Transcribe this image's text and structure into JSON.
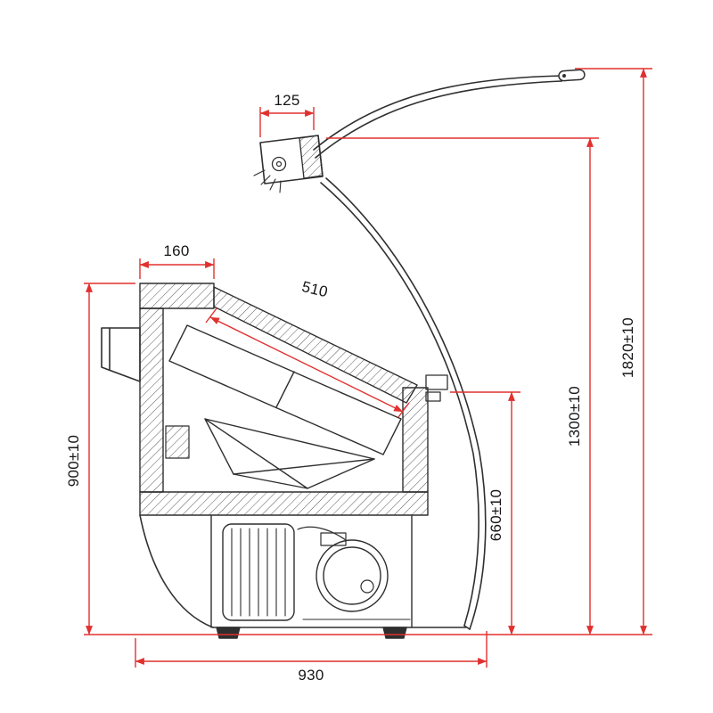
{
  "drawing": {
    "colors": {
      "dimension_lines": "#e0312f",
      "line_art": "#2f2f2f",
      "background": "#ffffff"
    },
    "dimensions": {
      "d125": {
        "label": "125"
      },
      "d160": {
        "label": "160"
      },
      "d510": {
        "label": "510"
      },
      "d900": {
        "label": "900±10"
      },
      "d660": {
        "label": "660±10"
      },
      "d1300": {
        "label": "1300±10"
      },
      "d1820": {
        "label": "1820±10"
      },
      "d930": {
        "label": "930"
      }
    }
  }
}
